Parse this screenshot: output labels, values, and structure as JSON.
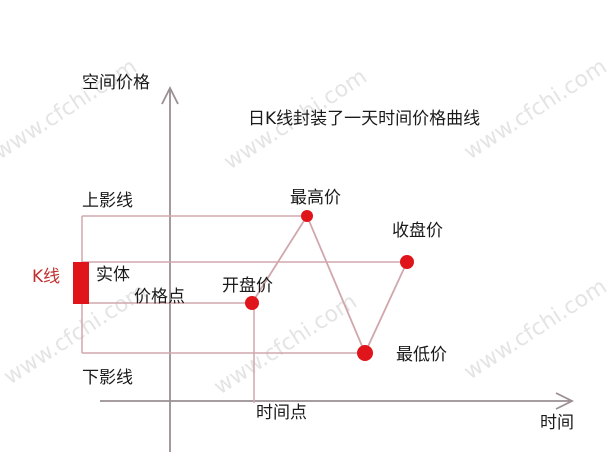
{
  "watermark": "www.cfchi.com",
  "title": "日K线封装了一天时间价格曲线",
  "axes": {
    "y_label": "空间价格",
    "x_label": "时间"
  },
  "labels": {
    "upper_shadow": "上影线",
    "lower_shadow": "下影线",
    "kline": "K线",
    "body": "实体",
    "price_point": "价格点",
    "time_point": "时间点",
    "open_price": "开盘价",
    "high_price": "最高价",
    "close_price": "收盘价",
    "low_price": "最低价"
  },
  "colors": {
    "accent": "#e0141b",
    "line": "#d0a7ad",
    "axis": "#9a8f92",
    "kline_label": "#c0302f"
  }
}
